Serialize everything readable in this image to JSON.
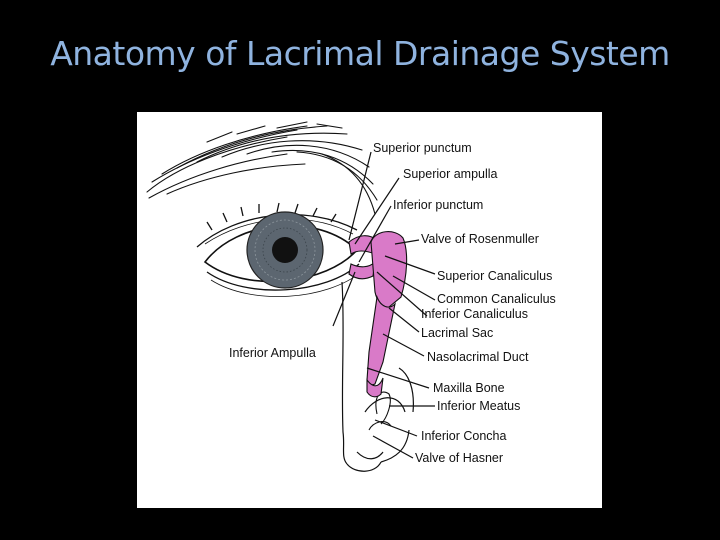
{
  "title": "Anatomy of Lacrimal Drainage System",
  "colors": {
    "background": "#000000",
    "title": "#8fb3df",
    "panel": "#ffffff",
    "duct": "#d97ac8",
    "ink": "#111111",
    "iris": "#5c6670"
  },
  "labels": {
    "superior_punctum": "Superior punctum",
    "superior_ampulla": "Superior ampulla",
    "inferior_punctum": "Inferior punctum",
    "valve_of_rosenmuller": "Valve of Rosenmuller",
    "superior_canaliculus": "Superior Canaliculus",
    "common_canaliculus": "Common Canaliculus",
    "inferior_canaliculus": "Inferior Canaliculus",
    "lacrimal_sac": "Lacrimal Sac",
    "nasolacrimal_duct": "Nasolacrimal Duct",
    "inferior_ampulla": "Inferior Ampulla",
    "maxilla_bone": "Maxilla Bone",
    "inferior_meatus": "Inferior Meatus",
    "inferior_concha": "Inferior Concha",
    "valve_of_hasner": "Valve of Hasner"
  }
}
